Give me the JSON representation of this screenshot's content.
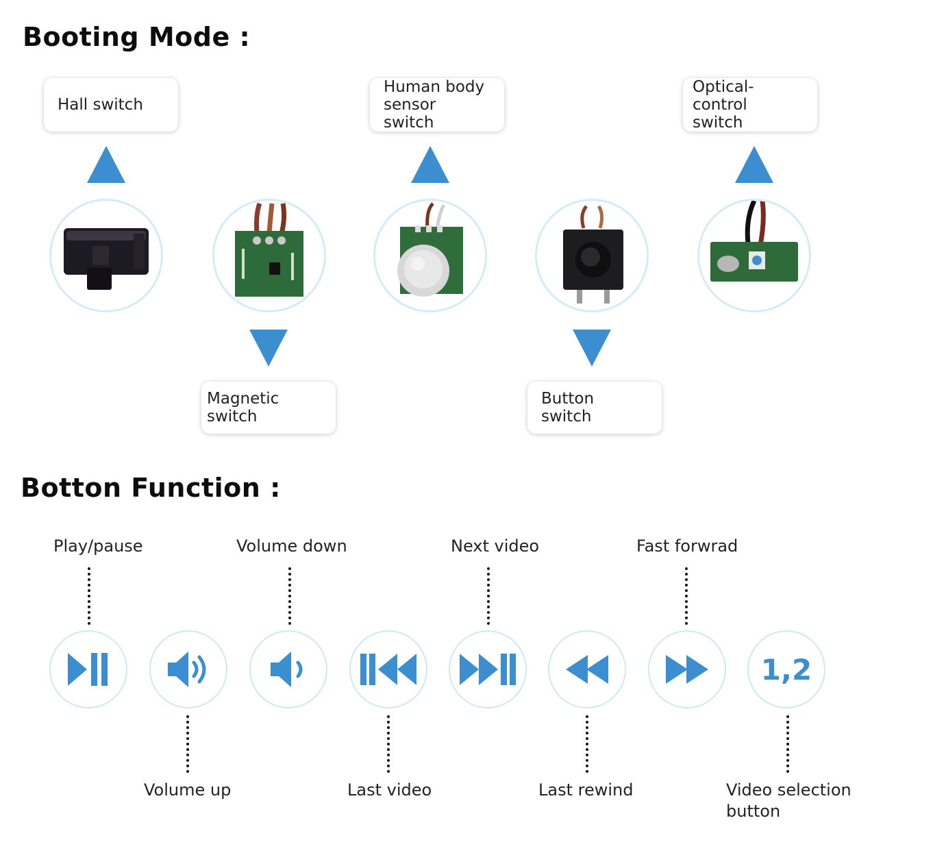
{
  "booting_mode": {
    "title": "Booting Mode :",
    "labels": {
      "hall": "Hall switch",
      "human": "Human body\nsensor switch",
      "optical": "Optical-control\nswitch",
      "magnetic": "Magnetic switch",
      "button": "Button switch"
    },
    "arrow_color": "#3b8fd0",
    "circle_border_color": "#d4ecf7"
  },
  "botton_function": {
    "title": "Botton Function :",
    "labels": {
      "play_pause": "Play/pause",
      "volume_up": "Volume up",
      "volume_down": "Volume down",
      "last_video": "Last video",
      "next_video": "Next video",
      "last_rewind": "Last rewind",
      "fast_forward": "Fast forwrad",
      "video_selection": "Video selection\nbutton"
    },
    "video_selection_glyph": "1,2",
    "icon_color": "#3b8fd0",
    "button_border_color": "#cfe8f5",
    "icons": [
      "play-pause-icon",
      "volume-up-icon",
      "volume-down-icon",
      "previous-track-icon",
      "next-track-icon",
      "rewind-icon",
      "fast-forward-icon",
      "number-selection-icon"
    ]
  }
}
